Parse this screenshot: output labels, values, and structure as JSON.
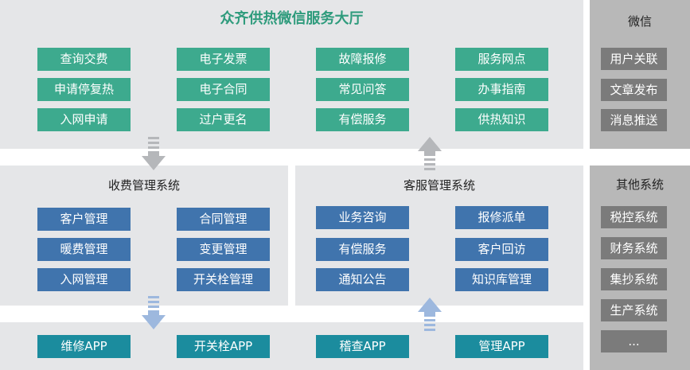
{
  "title": "众齐供热微信服务大厅",
  "wechat_services": {
    "buttons": [
      "查询交费",
      "电子发票",
      "故障报修",
      "服务网点",
      "申请停复热",
      "电子合同",
      "常见问答",
      "办事指南",
      "入网申请",
      "过户更名",
      "有偿服务",
      "供热知识"
    ]
  },
  "billing_system": {
    "title": "收费管理系统",
    "buttons": [
      "客户管理",
      "合同管理",
      "暖费管理",
      "变更管理",
      "入网管理",
      "开关栓管理"
    ]
  },
  "service_system": {
    "title": "客服管理系统",
    "buttons": [
      "业务咨询",
      "报修派单",
      "有偿服务",
      "客户回访",
      "通知公告",
      "知识库管理"
    ]
  },
  "apps": {
    "buttons": [
      "维修APP",
      "开关栓APP",
      "稽查APP",
      "管理APP"
    ]
  },
  "wechat_side": {
    "title": "微信",
    "items": [
      "用户关联",
      "文章发布",
      "消息推送"
    ]
  },
  "other_systems": {
    "title": "其他系统",
    "items": [
      "税控系统",
      "财务系统",
      "集抄系统",
      "生产系统",
      "..."
    ]
  },
  "colors": {
    "green": "#3daa8e",
    "blue": "#4074ad",
    "teal": "#1b8c9e",
    "side_gray": "#7b7b7b",
    "panel": "#e5e6e8",
    "title_green": "#2e9b7c"
  }
}
